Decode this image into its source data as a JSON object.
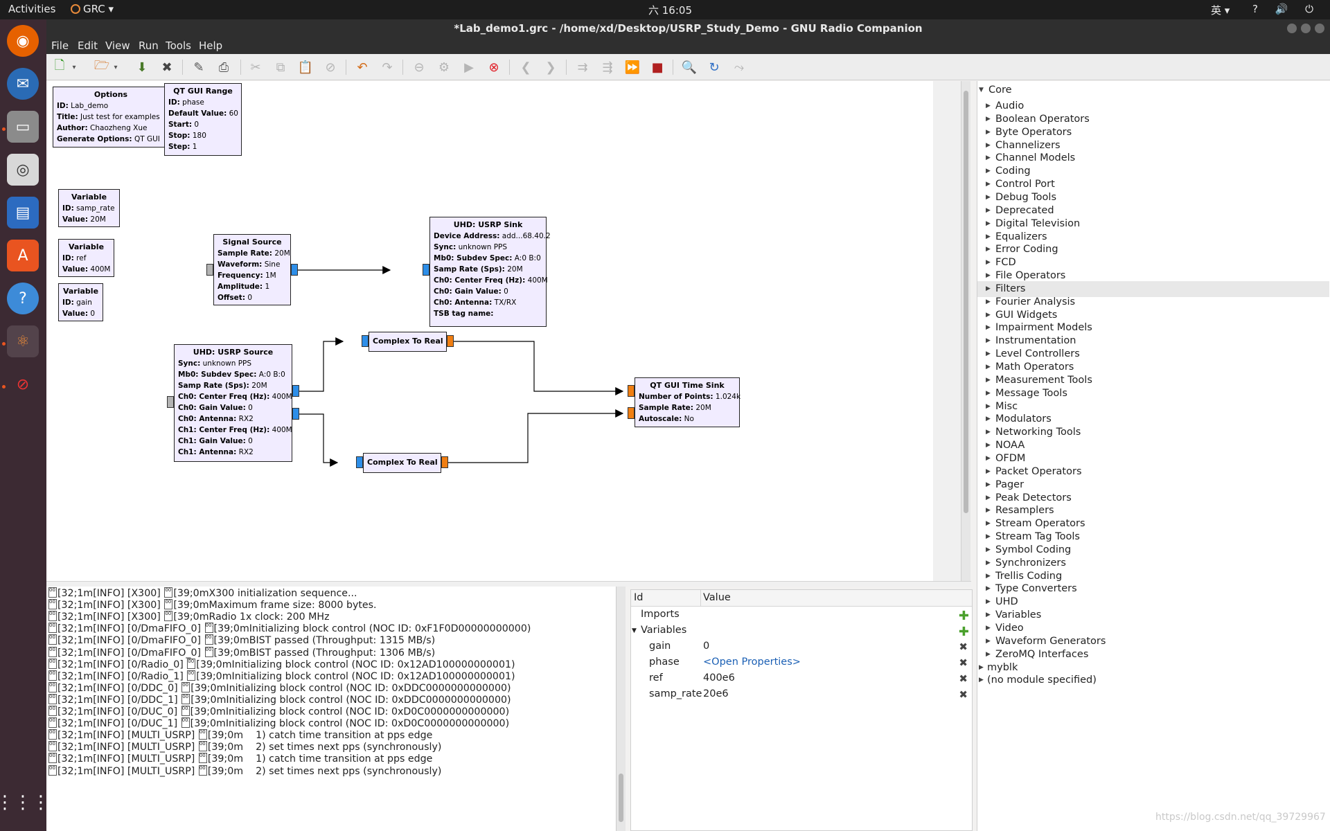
{
  "topbar": {
    "activities": "Activities",
    "app": "GRC",
    "clock": "六 16:05",
    "ime": "英 ▾",
    "sys_icons": "? 🔊 ⏻ ▾"
  },
  "window": {
    "title": "*Lab_demo1.grc - /home/xd/Desktop/USRP_Study_Demo - GNU Radio Companion"
  },
  "menu": [
    "File",
    "Edit",
    "View",
    "Run",
    "Tools",
    "Help"
  ],
  "blocks": {
    "options": {
      "title": "Options",
      "rows": [
        [
          "ID:",
          "Lab_demo"
        ],
        [
          "Title:",
          "Just test for examples"
        ],
        [
          "Author:",
          "Chaozheng Xue"
        ],
        [
          "Generate Options:",
          "QT GUI"
        ]
      ]
    },
    "range": {
      "title": "QT GUI Range",
      "rows": [
        [
          "ID:",
          "phase"
        ],
        [
          "Default Value:",
          "60"
        ],
        [
          "Start:",
          "0"
        ],
        [
          "Stop:",
          "180"
        ],
        [
          "Step:",
          "1"
        ]
      ]
    },
    "var1": {
      "title": "Variable",
      "rows": [
        [
          "ID:",
          "samp_rate"
        ],
        [
          "Value:",
          "20M"
        ]
      ]
    },
    "var2": {
      "title": "Variable",
      "rows": [
        [
          "ID:",
          "ref"
        ],
        [
          "Value:",
          "400M"
        ]
      ]
    },
    "var3": {
      "title": "Variable",
      "rows": [
        [
          "ID:",
          "gain"
        ],
        [
          "Value:",
          "0"
        ]
      ]
    },
    "sigsrc": {
      "title": "Signal Source",
      "rows": [
        [
          "Sample Rate:",
          "20M"
        ],
        [
          "Waveform:",
          "Sine"
        ],
        [
          "Frequency:",
          "1M"
        ],
        [
          "Amplitude:",
          "1"
        ],
        [
          "Offset:",
          "0"
        ]
      ]
    },
    "sink": {
      "title": "UHD: USRP Sink",
      "rows": [
        [
          "Device Address:",
          "add...68.40.2"
        ],
        [
          "Sync:",
          "unknown PPS"
        ],
        [
          "Mb0: Subdev Spec:",
          "A:0 B:0"
        ],
        [
          "Samp Rate (Sps):",
          "20M"
        ],
        [
          "Ch0: Center Freq (Hz):",
          "400M"
        ],
        [
          "Ch0: Gain Value:",
          "0"
        ],
        [
          "Ch0: Antenna:",
          "TX/RX"
        ],
        [
          "TSB tag name:",
          ""
        ]
      ]
    },
    "source": {
      "title": "UHD: USRP Source",
      "rows": [
        [
          "Sync:",
          "unknown PPS"
        ],
        [
          "Mb0: Subdev Spec:",
          "A:0 B:0"
        ],
        [
          "Samp Rate (Sps):",
          "20M"
        ],
        [
          "Ch0: Center Freq (Hz):",
          "400M"
        ],
        [
          "Ch0: Gain Value:",
          "0"
        ],
        [
          "Ch0: Antenna:",
          "RX2"
        ],
        [
          "Ch1: Center Freq (Hz):",
          "400M"
        ],
        [
          "Ch1: Gain Value:",
          "0"
        ],
        [
          "Ch1: Antenna:",
          "RX2"
        ]
      ]
    },
    "ctr1": {
      "title": "Complex To Real"
    },
    "ctr2": {
      "title": "Complex To Real"
    },
    "timesink": {
      "title": "QT GUI Time Sink",
      "rows": [
        [
          "Number of Points:",
          "1.024k"
        ],
        [
          "Sample Rate:",
          "20M"
        ],
        [
          "Autoscale:",
          "No"
        ]
      ]
    }
  },
  "console": [
    [
      "[32;1m[INFO] [X300] ",
      "[39;0mX300 initialization sequence..."
    ],
    [
      "[32;1m[INFO] [X300] ",
      "[39;0mMaximum frame size: 8000 bytes."
    ],
    [
      "[32;1m[INFO] [X300] ",
      "[39;0mRadio 1x clock: 200 MHz"
    ],
    [
      "[32;1m[INFO] [0/DmaFIFO_0] ",
      "[39;0mInitializing block control (NOC ID: 0xF1F0D00000000000)"
    ],
    [
      "[32;1m[INFO] [0/DmaFIFO_0] ",
      "[39;0mBIST passed (Throughput: 1315 MB/s)"
    ],
    [
      "[32;1m[INFO] [0/DmaFIFO_0] ",
      "[39;0mBIST passed (Throughput: 1306 MB/s)"
    ],
    [
      "[32;1m[INFO] [0/Radio_0] ",
      "[39;0mInitializing block control (NOC ID: 0x12AD100000000001)"
    ],
    [
      "[32;1m[INFO] [0/Radio_1] ",
      "[39;0mInitializing block control (NOC ID: 0x12AD100000000001)"
    ],
    [
      "[32;1m[INFO] [0/DDC_0] ",
      "[39;0mInitializing block control (NOC ID: 0xDDC0000000000000)"
    ],
    [
      "[32;1m[INFO] [0/DDC_1] ",
      "[39;0mInitializing block control (NOC ID: 0xDDC0000000000000)"
    ],
    [
      "[32;1m[INFO] [0/DUC_0] ",
      "[39;0mInitializing block control (NOC ID: 0xD0C0000000000000)"
    ],
    [
      "[32;1m[INFO] [0/DUC_1] ",
      "[39;0mInitializing block control (NOC ID: 0xD0C0000000000000)"
    ],
    [
      "[32;1m[INFO] [MULTI_USRP] ",
      "[39;0m    1) catch time transition at pps edge"
    ],
    [
      "[32;1m[INFO] [MULTI_USRP] ",
      "[39;0m    2) set times next pps (synchronously)"
    ],
    [
      "[32;1m[INFO] [MULTI_USRP] ",
      "[39;0m    1) catch time transition at pps edge"
    ],
    [
      "[32;1m[INFO] [MULTI_USRP] ",
      "[39;0m    2) set times next pps (synchronously)"
    ]
  ],
  "vars": {
    "col_id": "Id",
    "col_value": "Value",
    "imports": "Imports",
    "variables": "Variables",
    "rows": [
      [
        "gain",
        "0"
      ],
      [
        "phase",
        "<Open Properties>"
      ],
      [
        "ref",
        "400e6"
      ],
      [
        "samp_rate",
        "20e6"
      ]
    ]
  },
  "tree": {
    "root": "Core",
    "categories": [
      "Audio",
      "Boolean Operators",
      "Byte Operators",
      "Channelizers",
      "Channel Models",
      "Coding",
      "Control Port",
      "Debug Tools",
      "Deprecated",
      "Digital Television",
      "Equalizers",
      "Error Coding",
      "FCD",
      "File Operators",
      "Filters",
      "Fourier Analysis",
      "GUI Widgets",
      "Impairment Models",
      "Instrumentation",
      "Level Controllers",
      "Math Operators",
      "Measurement Tools",
      "Message Tools",
      "Misc",
      "Modulators",
      "Networking Tools",
      "NOAA",
      "OFDM",
      "Packet Operators",
      "Pager",
      "Peak Detectors",
      "Resamplers",
      "Stream Operators",
      "Stream Tag Tools",
      "Symbol Coding",
      "Synchronizers",
      "Trellis Coding",
      "Type Converters",
      "UHD",
      "Variables",
      "Video",
      "Waveform Generators",
      "ZeroMQ Interfaces"
    ],
    "selected": "Filters",
    "extra": [
      "myblk",
      "(no module specified)"
    ]
  },
  "watermark": "https://blog.csdn.net/qq_39729967"
}
